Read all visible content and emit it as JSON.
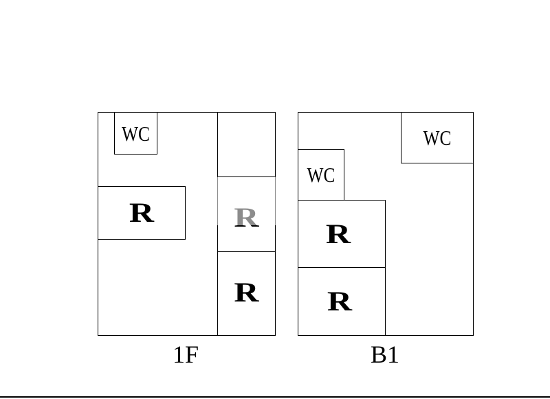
{
  "floors": [
    {
      "name": "1F",
      "rooms": [
        {
          "label": "WC"
        },
        {
          "label": "R"
        },
        {
          "label": "R"
        },
        {
          "label": "R"
        }
      ]
    },
    {
      "name": "B1",
      "rooms": [
        {
          "label": "WC"
        },
        {
          "label": "WC"
        },
        {
          "label": "R"
        },
        {
          "label": "R"
        }
      ]
    }
  ]
}
